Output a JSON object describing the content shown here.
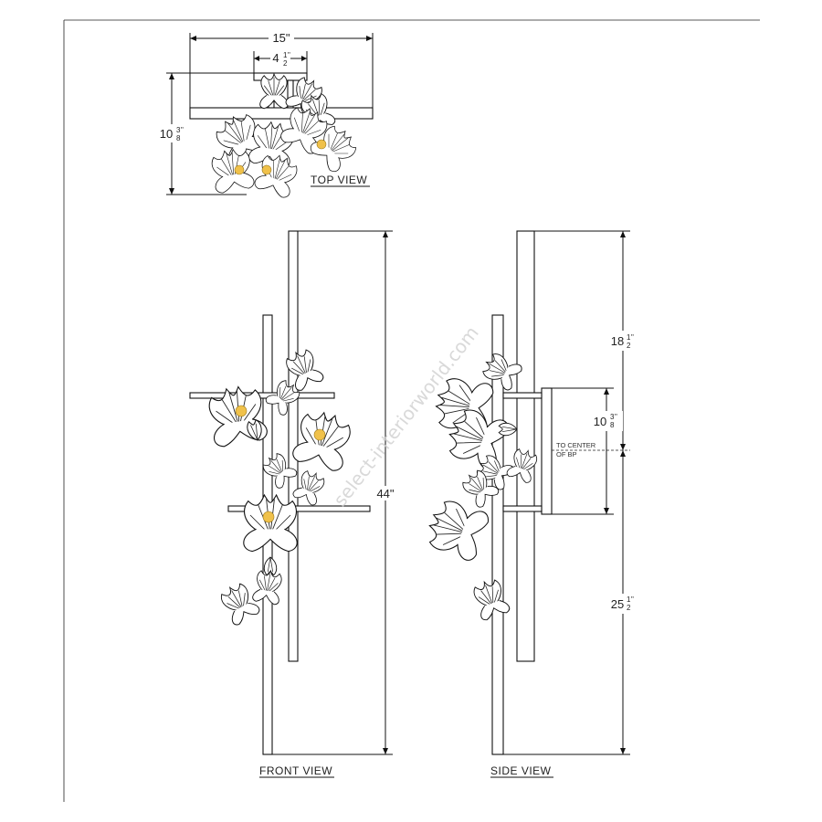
{
  "views": {
    "top": "TOP VIEW",
    "front": "FRONT VIEW",
    "side": "SIDE VIEW"
  },
  "dimensions": {
    "top_width": {
      "whole": "15\""
    },
    "top_plate": {
      "whole": "4",
      "num": "1",
      "den": "2",
      "unit": "\""
    },
    "top_depth": {
      "whole": "10",
      "num": "3",
      "den": "8",
      "unit": "\""
    },
    "height": {
      "whole": "44\""
    },
    "upper": {
      "whole": "18",
      "num": "1",
      "den": "2",
      "unit": "\""
    },
    "plate_height": {
      "whole": "10",
      "num": "3",
      "den": "8",
      "unit": "\""
    },
    "lower": {
      "whole": "25",
      "num": "1",
      "den": "2",
      "unit": "\""
    }
  },
  "notes": {
    "center_line1": "TO CENTER",
    "center_line2": "OF BP"
  },
  "watermark": "select-interiorworld.com",
  "colors": {
    "line": "#111111",
    "bulb": "#f0c14a",
    "watermark": "#cfcfcf"
  }
}
